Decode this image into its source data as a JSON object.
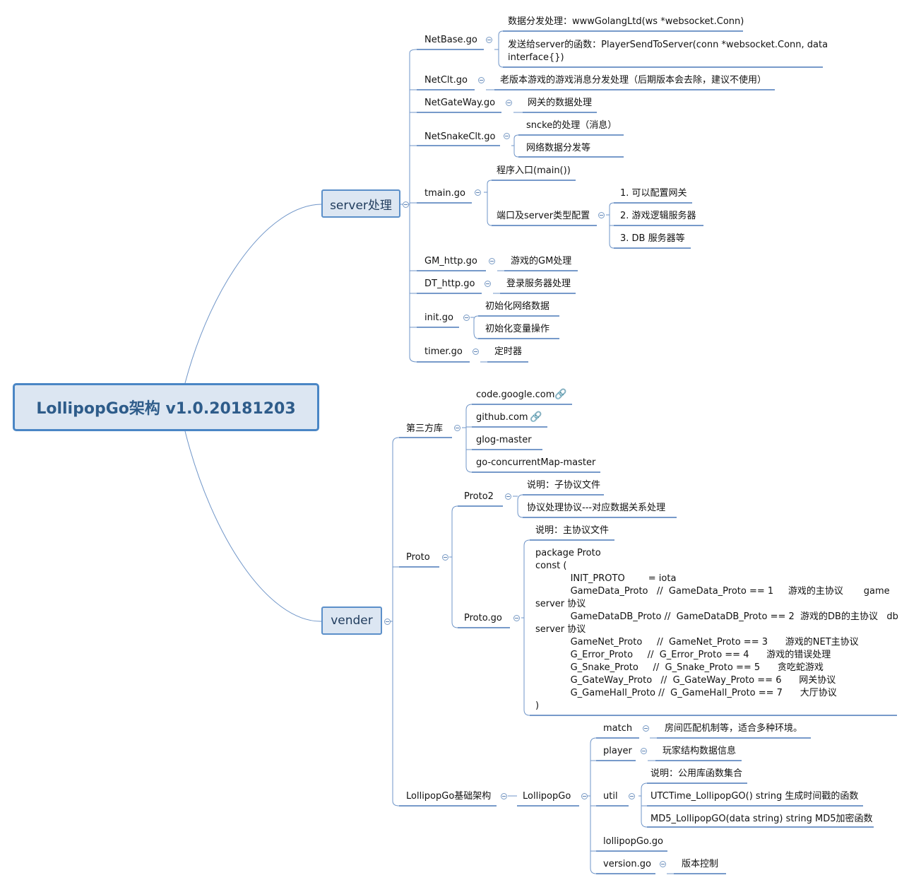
{
  "root": {
    "title": "LollipopGo架构 v1.0.20181203"
  },
  "server": {
    "label": "server处理",
    "netbase": {
      "label": "NetBase.go",
      "items": [
        "数据分发处理：wwwGolangLtd(ws *websocket.Conn)",
        "发送给server的函数：PlayerSendToServer(conn *websocket.Conn, data\ninterface{})"
      ]
    },
    "netclt": {
      "label": "NetClt.go",
      "items": [
        "老版本游戏的游戏消息分发处理（后期版本会去除，建议不使用）"
      ]
    },
    "netgateway": {
      "label": "NetGateWay.go",
      "items": [
        "网关的数据处理"
      ]
    },
    "netsnake": {
      "label": "NetSnakeClt.go",
      "items": [
        "sncke的处理（消息）",
        "网络数据分发等"
      ]
    },
    "tmain": {
      "label": "tmain.go",
      "items": [
        "程序入口(main())",
        "端口及server类型配置"
      ],
      "sub": [
        "1. 可以配置网关",
        "2. 游戏逻辑服务器",
        "3. DB 服务器等"
      ]
    },
    "gmhttp": {
      "label": "GM_http.go",
      "items": [
        "游戏的GM处理"
      ]
    },
    "dthttp": {
      "label": "DT_http.go",
      "items": [
        "登录服务器处理"
      ]
    },
    "init": {
      "label": "init.go",
      "items": [
        "初始化网络数据",
        "初始化变量操作"
      ]
    },
    "timer": {
      "label": "timer.go",
      "items": [
        "定时器"
      ]
    }
  },
  "vender": {
    "label": "vender",
    "third": {
      "label": "第三方库",
      "items": [
        "code.google.com",
        "github.com",
        "glog-master",
        "go-concurrentMap-master"
      ]
    },
    "proto": {
      "label": "Proto",
      "proto2": {
        "label": "Proto2",
        "items": [
          "说明：子协议文件",
          "协议处理协议---对应数据关系处理"
        ]
      },
      "protogo": {
        "label": "Proto.go",
        "desc": "说明：主协议文件",
        "code": "package Proto\nconst (\n            INIT_PROTO        = iota\n            GameData_Proto   //  GameData_Proto == 1     游戏的主协议       game\nserver 协议\n            GameDataDB_Proto //  GameDataDB_Proto == 2  游戏的DB的主协议   db\nserver 协议\n            GameNet_Proto     //  GameNet_Proto == 3      游戏的NET主协议\n            G_Error_Proto     //  G_Error_Proto == 4      游戏的错误处理\n            G_Snake_Proto     //  G_Snake_Proto == 5      贪吃蛇游戏\n            G_GateWay_Proto   //  G_GateWay_Proto == 6      网关协议\n            G_GameHall_Proto //  G_GameHall_Proto == 7      大厅协议\n)"
      }
    },
    "base": {
      "label": "LollipopGo基础架构",
      "lollipopgo": {
        "label": "LollipopGo",
        "match": {
          "label": "match",
          "items": [
            "房间匹配机制等，适合多种环境。"
          ]
        },
        "player": {
          "label": "player",
          "items": [
            "玩家结构数据信息"
          ]
        },
        "util": {
          "label": "util",
          "items": [
            "说明：公用库函数集合",
            "UTCTime_LollipopGO() string  生成时间戳的函数",
            "MD5_LollipopGO(data string) string MD5加密函数"
          ]
        },
        "lollipopgo_go": {
          "label": "lollipopGo.go"
        },
        "version": {
          "label": "version.go",
          "items": [
            "版本控制"
          ]
        }
      }
    }
  },
  "icons": {
    "link": "link-icon",
    "collapse": "collapse-icon"
  }
}
